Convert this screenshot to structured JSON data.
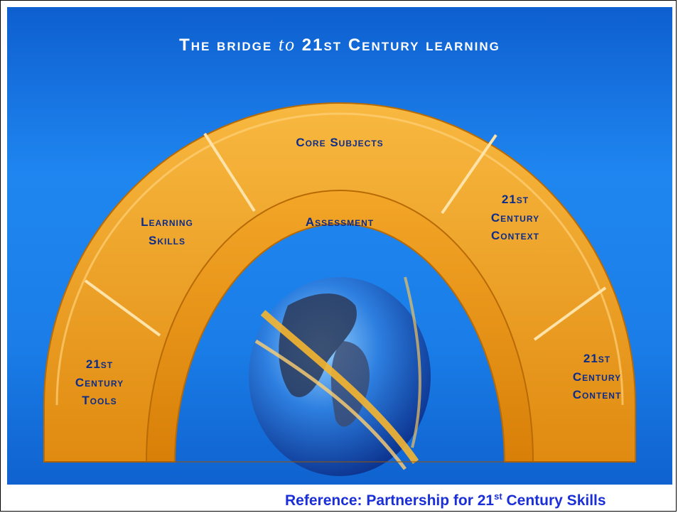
{
  "title": {
    "pre": "The bridge",
    "mid": "to",
    "post": "21st Century learning"
  },
  "arch_blocks": {
    "core_subjects": "Core Subjects",
    "learning_skills": "Learning\nSkills",
    "assessment": "Assessment",
    "context": "21st\nCentury\nContext",
    "tools": "21st\nCentury\nTools",
    "content": "21st\nCentury\nContent"
  },
  "reference": {
    "prefix": "Reference: Partnership for 21",
    "sup": "st",
    "suffix": " Century Skills"
  },
  "colors": {
    "arch": "#f0a020",
    "label": "#0c2c8a",
    "sky": "#1b7ee8",
    "reference": "#1a2fd8"
  }
}
